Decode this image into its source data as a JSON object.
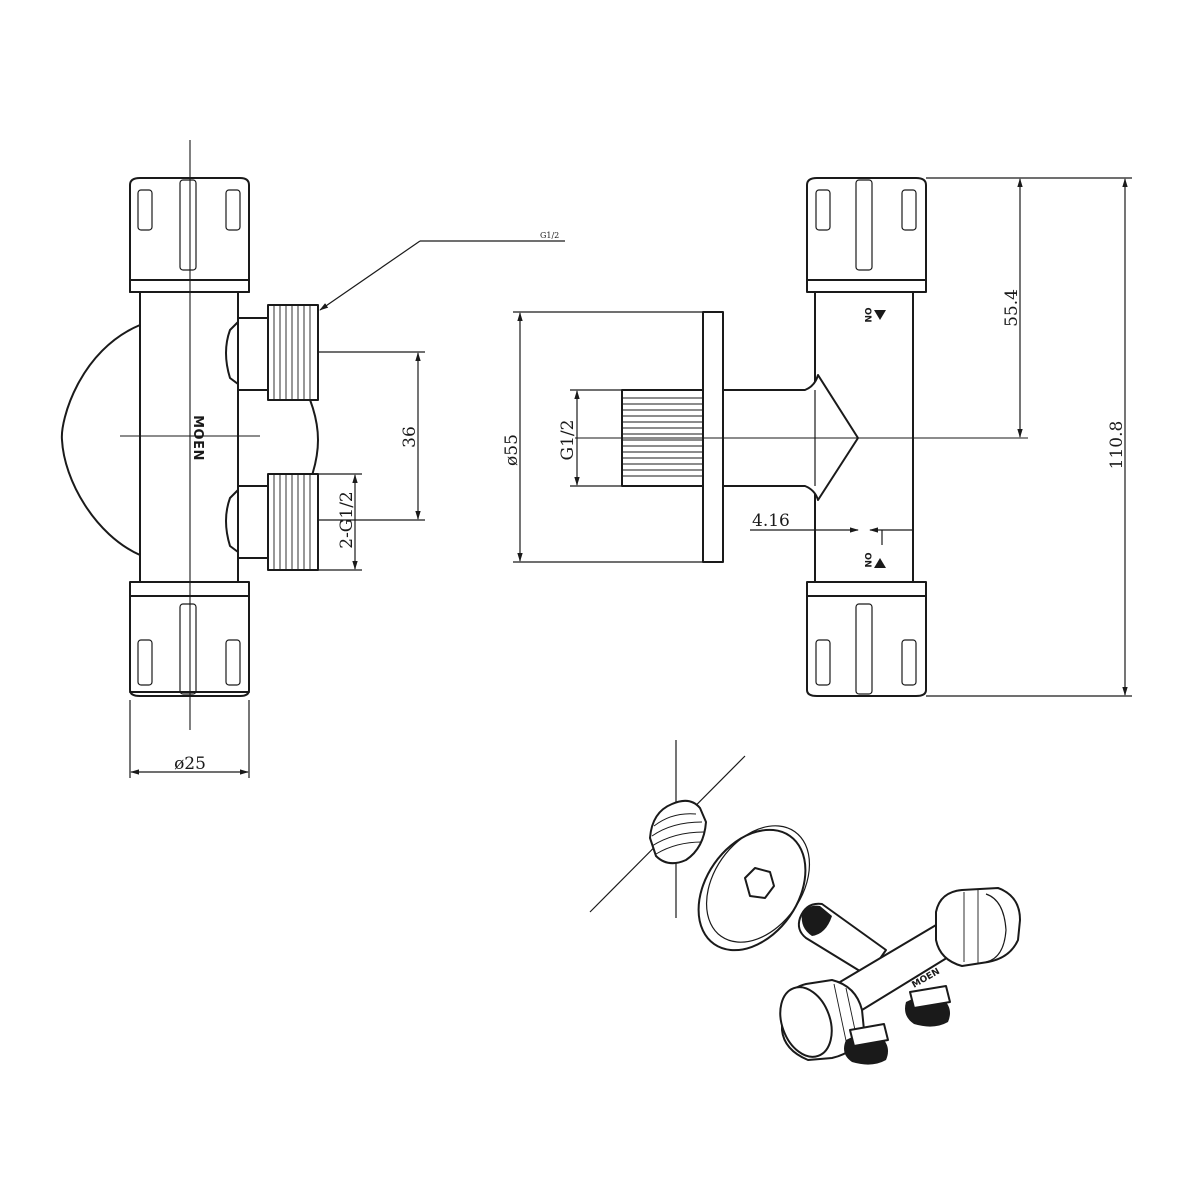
{
  "drawing": {
    "dimensions": {
      "front_diameter": "ø25",
      "outlet_pitch": "36",
      "outlet_thread": "2-G1/2",
      "leader_thread": "G1/2",
      "flange_diameter": "ø55",
      "inlet_thread": "G1/2",
      "total_height": "110.8",
      "upper_height": "55.4",
      "offset": "4.16"
    },
    "labels": {
      "brand": "MOEN",
      "on_mark": "ON",
      "on_mark_lower": "ON"
    }
  }
}
